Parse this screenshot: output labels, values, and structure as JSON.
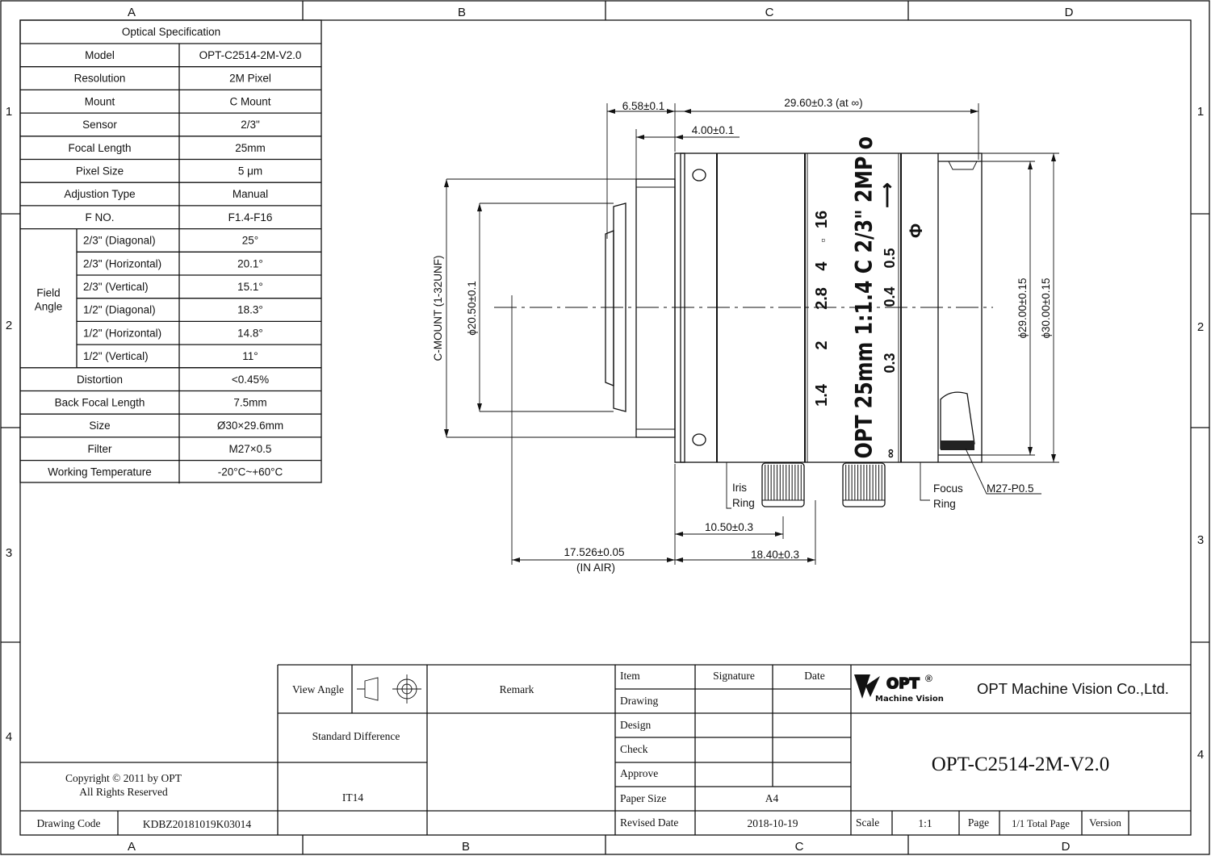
{
  "frame": {
    "col_labels_top": [
      "A",
      "B",
      "C",
      "D"
    ],
    "col_labels_bottom": [
      "A",
      "B",
      "C",
      "D"
    ],
    "row_labels": [
      "1",
      "2",
      "3",
      "4"
    ]
  },
  "spec_table": {
    "title": "Optical Specification",
    "rows": [
      {
        "label": "Model",
        "value": "OPT-C2514-2M-V2.0"
      },
      {
        "label": "Resolution",
        "value": "2M Pixel"
      },
      {
        "label": "Mount",
        "value": "C Mount"
      },
      {
        "label": "Sensor",
        "value": "2/3\""
      },
      {
        "label": "Focal Length",
        "value": "25mm"
      },
      {
        "label": "Pixel Size",
        "value": "5 μm"
      },
      {
        "label": "Adjustion Type",
        "value": "Manual"
      },
      {
        "label": "F NO.",
        "value": "F1.4-F16"
      }
    ],
    "field_angle_label": [
      "Field",
      "Angle"
    ],
    "field_rows": [
      {
        "label": "2/3\"  (Diagonal)",
        "value": "25°"
      },
      {
        "label": "2/3\"   (Horizontal)",
        "value": "20.1°"
      },
      {
        "label": "2/3\"   (Vertical)",
        "value": "15.1°"
      },
      {
        "label": "1/2\"   (Diagonal)",
        "value": "18.3°"
      },
      {
        "label": "1/2\"   (Horizontal)",
        "value": "14.8°"
      },
      {
        "label": "1/2\"   (Vertical)",
        "value": "11°"
      }
    ],
    "rows_after": [
      {
        "label": "Distortion",
        "value": "<0.45%"
      },
      {
        "label": "Back Focal Length",
        "value": "7.5mm"
      },
      {
        "label": "Size",
        "value": "Ø30×29.6mm"
      },
      {
        "label": "Filter",
        "value": "M27×0.5"
      },
      {
        "label": "Working Temperature",
        "value": "-20°C~+60°C"
      }
    ]
  },
  "drawing": {
    "dims": {
      "d_6_58": "6.58±0.1",
      "d_29_60": "29.60±0.3 (at ∞)",
      "d_4_00": "4.00±0.1",
      "d_10_50": "10.50±0.3",
      "d_17_526": "17.526±0.05",
      "d_in_air": "(IN AIR)",
      "d_18_40": "18.40±0.3",
      "c_mount": "C-MOUNT (1-32UNF)",
      "phi_20_50": "ϕ20.50±0.1",
      "phi_29_00": "ϕ29.00±0.15",
      "phi_30_00": "ϕ30.00±0.15"
    },
    "callouts": {
      "iris_ring": [
        "Iris",
        "Ring"
      ],
      "focus_ring": [
        "Focus",
        "Ring"
      ],
      "m27": "M27-P0.5"
    },
    "engraving": {
      "brand_line": "o OPT 25mm 1:1.4 C 2/3\" 2MP o",
      "f_stops": [
        "1.4",
        "2",
        "2.8",
        "4",
        "▫",
        "16"
      ],
      "focus_marks": [
        "0.3",
        "0.4",
        "0.5"
      ],
      "infinity": "∞",
      "arrow": "⟶",
      "circle_mark": "Φ"
    }
  },
  "title_block": {
    "view_angle": "View Angle",
    "remark": "Remark",
    "standard_difference": "Standard Difference",
    "it14": "IT14",
    "col_item": "Item",
    "col_signature": "Signature",
    "col_date": "Date",
    "row_drawing": "Drawing",
    "row_design": "Design",
    "row_check": "Check",
    "row_approve": "Approve",
    "row_paper_size": "Paper Size",
    "paper_size": "A4",
    "row_revised_date": "Revised Date",
    "revised_date": "2018-10-19",
    "scale_label": "Scale",
    "scale": "1:1",
    "page_label": "Page",
    "page": "1/1 Total Page",
    "version_label": "Version",
    "logo_text": "OPT",
    "logo_sub": "Machine Vision",
    "company": "OPT Machine Vision Co.,Ltd.",
    "part_number": "OPT-C2514-2M-V2.0",
    "copyright": "Copyright © 2011 by OPT",
    "rights": "All Rights Reserved",
    "drawing_code_label": "Drawing Code",
    "drawing_code": "KDBZ20181019K03014"
  }
}
